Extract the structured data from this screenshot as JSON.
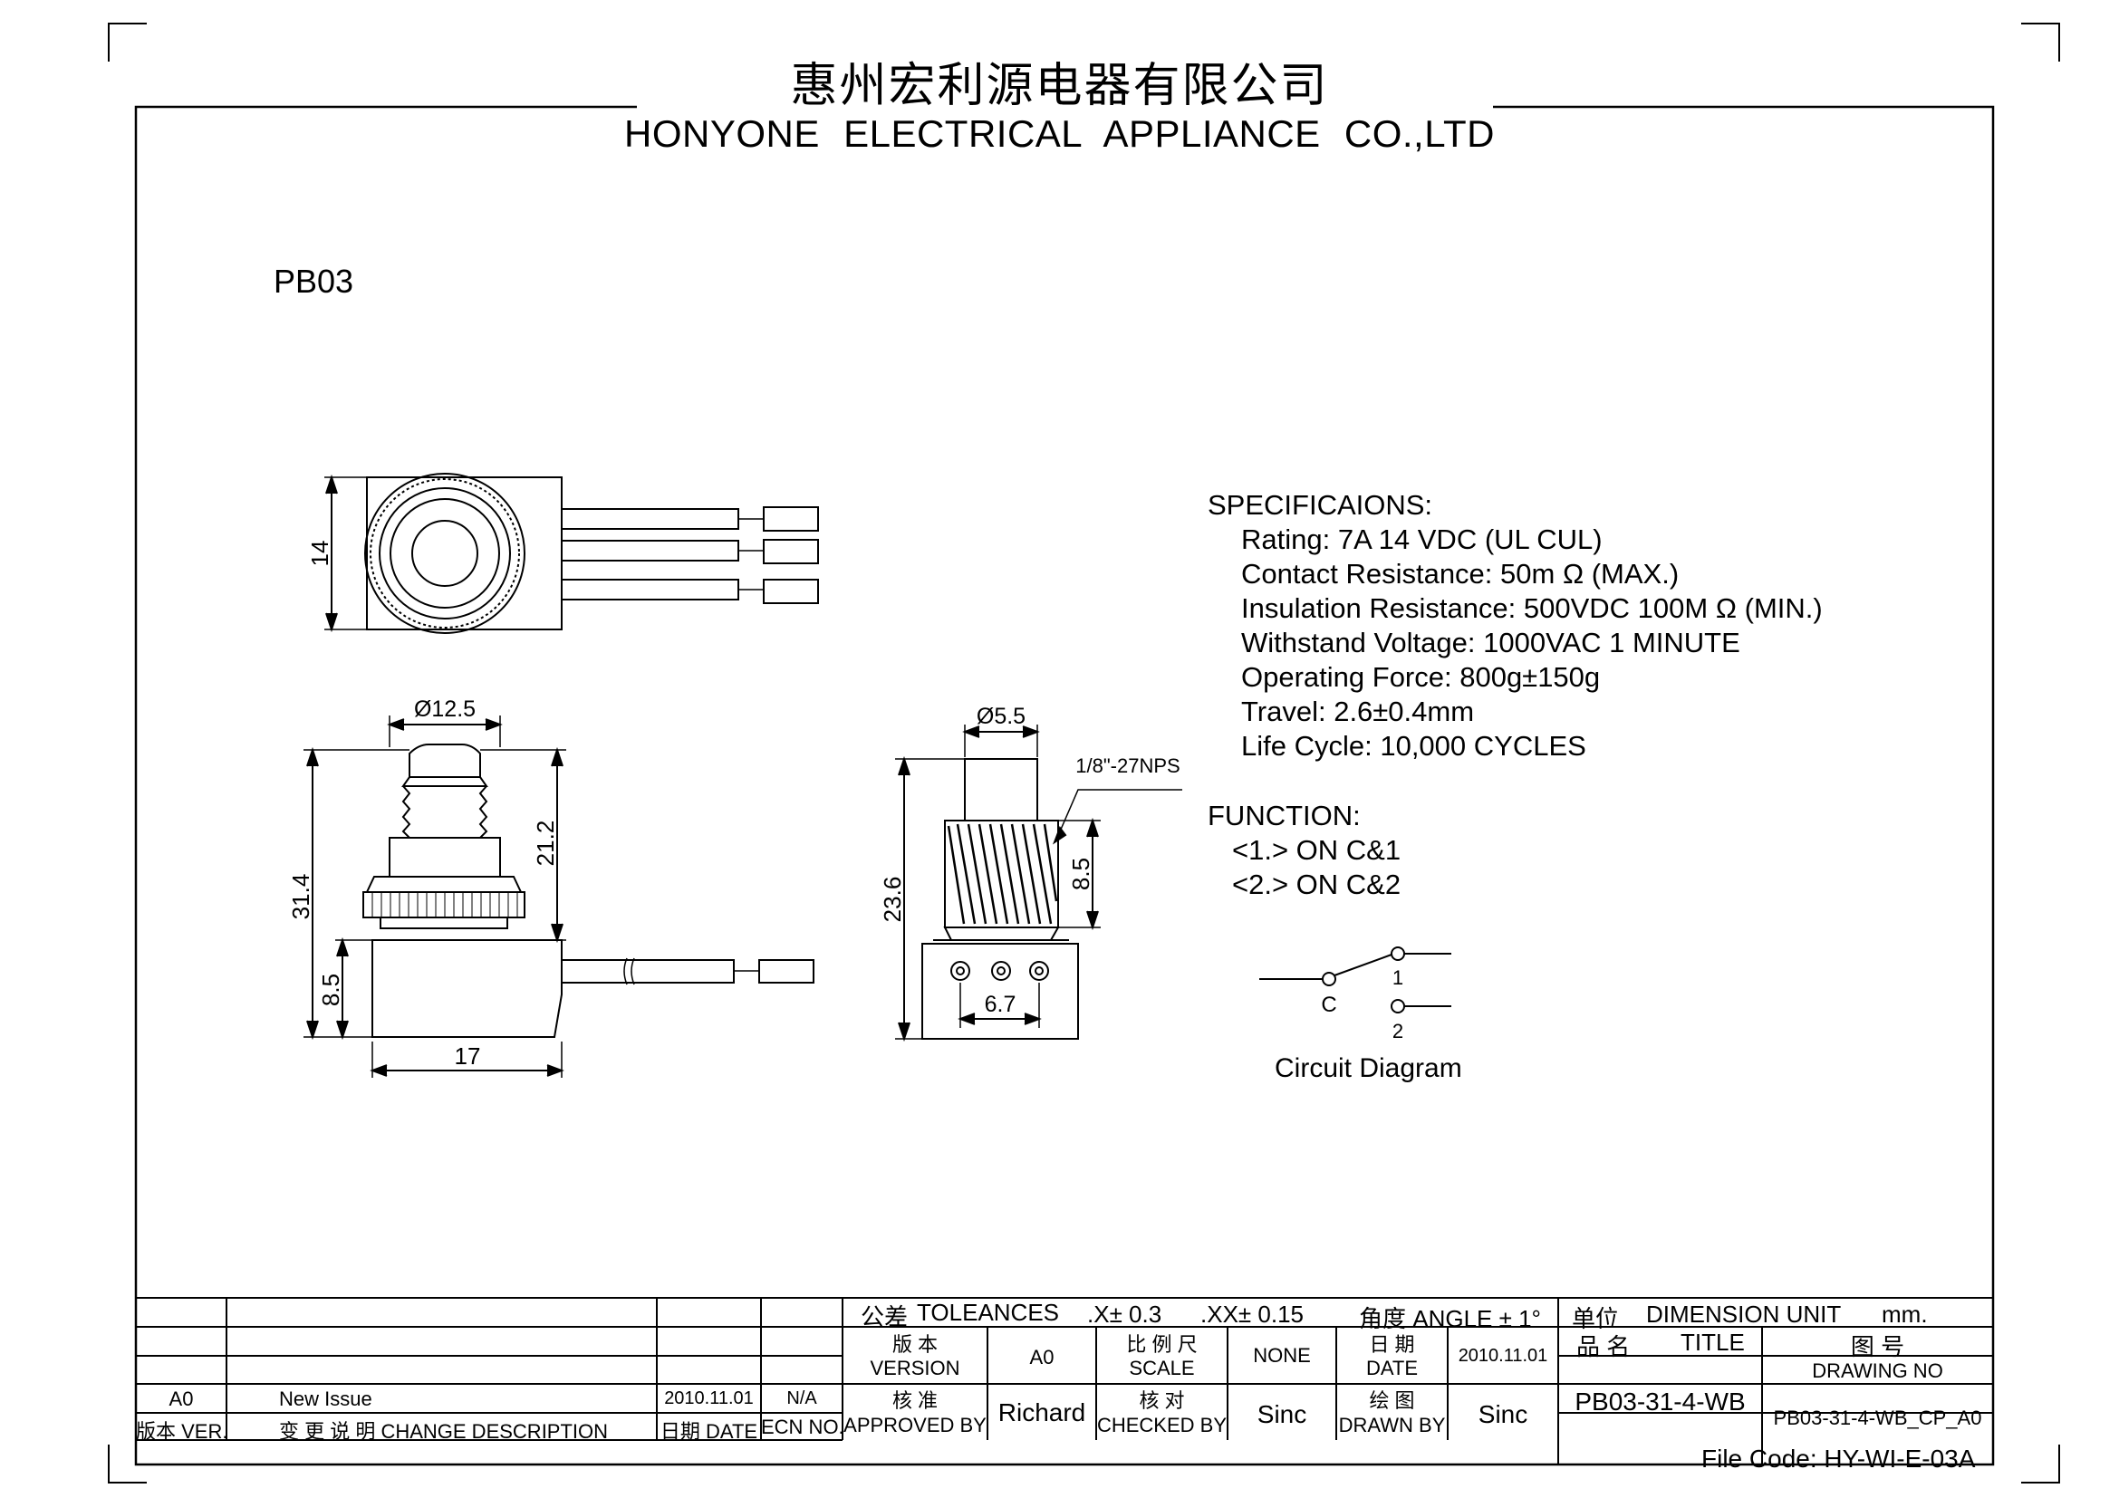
{
  "header": {
    "company_cn": "惠州宏利源电器有限公司",
    "company_en": "HONYONE ELECTRICAL APPLIANCE CO.,LTD"
  },
  "model": "PB03",
  "dimensions": {
    "width_top": "14",
    "head_dia": "Ø12.5",
    "total_height": "31.4",
    "upper_height": "21.2",
    "body_height": "8.5",
    "body_width": "17",
    "plunger_dia": "Ø5.5",
    "thread": "1/8\"-27NPS",
    "thread_len": "8.5",
    "side_height": "23.6",
    "pin_pitch": "6.7"
  },
  "specifications": {
    "heading": "SPECIFICAIONS:",
    "lines": [
      "Rating:  7A 14 VDC  (UL  CUL)",
      "Contact Resistance: 50m Ω  (MAX.)",
      "Insulation Resistance: 500VDC 100M Ω (MIN.)",
      "Withstand Voltage: 1000VAC 1 MINUTE",
      "Operating Force: 800g±150g",
      "Travel: 2.6±0.4mm",
      "Life Cycle: 10,000 CYCLES"
    ]
  },
  "function": {
    "heading": "FUNCTION:",
    "lines": [
      "<1.> ON C&1",
      "<2.> ON C&2"
    ]
  },
  "circuit": {
    "common": "C",
    "pos1": "1",
    "pos2": "2",
    "caption": "Circuit Diagram"
  },
  "title_block": {
    "tol_cn": "公差",
    "tol_en": "TOLEANCES",
    "tol_x": ".X± 0.3",
    "tol_xx": ".XX± 0.15",
    "angle": "角度 ANGLE ± 1°",
    "unit_cn": "单位",
    "unit_en": "DIMENSION UNIT",
    "unit_val": "mm.",
    "version_cn": "版 本",
    "version_en": "VERSION",
    "version_val": "A0",
    "scale_cn": "比 例 尺",
    "scale_en": "SCALE",
    "scale_val": "NONE",
    "date_cn": "日 期",
    "date_en": "DATE",
    "date_val": "2010.11.01",
    "title_cn": "品  名",
    "title_en": "TITLE",
    "title_val": "PB03-31-4-WB",
    "drawing_no_cn": "图  号",
    "drawing_no_en": "DRAWING NO",
    "drawing_no_val": "PB03-31-4-WB_CP_A0",
    "approved_cn": "核  准",
    "approved_en": "APPROVED BY",
    "approved_val": "Richard",
    "checked_cn": "核  对",
    "checked_en": "CHECKED BY",
    "checked_val": "Sinc",
    "drawn_cn": "绘  图",
    "drawn_en": "DRAWN BY",
    "drawn_val": "Sinc",
    "rev_row": {
      "ver": "A0",
      "desc": "New Issue",
      "date": "2010.11.01",
      "ecn": "N/A"
    },
    "hdr_ver": "版本 VER.",
    "hdr_desc": "变 更 说 明  CHANGE DESCRIPTION",
    "hdr_date": "日期 DATE",
    "hdr_ecn": "ECN NO."
  },
  "file_code": "File Code: HY-WI-E-03A"
}
